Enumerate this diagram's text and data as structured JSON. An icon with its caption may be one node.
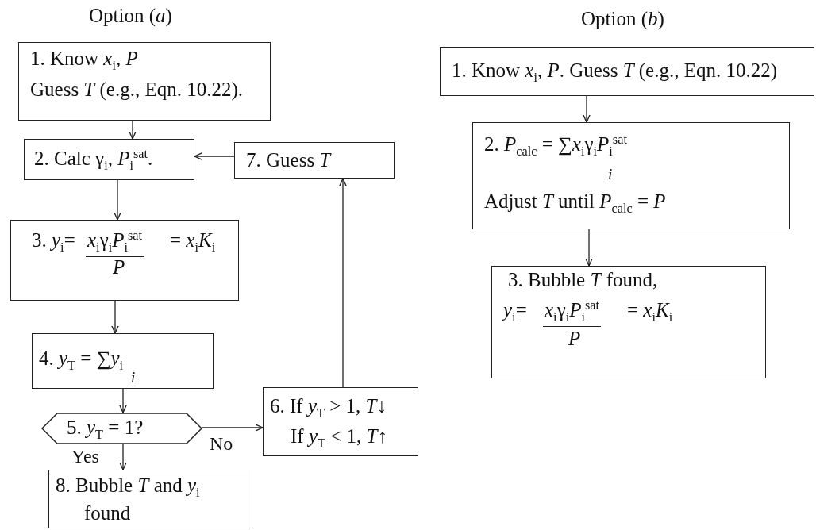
{
  "diagram": {
    "nodes": [
      {
        "text": [
          "1. Know *x*$_{i}$, *P*",
          "Guess *T* (e.g., Eqn. 10.22)."
        ]
      },
      {
        "text": [
          "2. Calc γ$_{i}$, *P*$_{i}$$^{sat}$."
        ]
      },
      {
        "text": [
          "3. *y*$_{i}$=",
          "*x*$_{i}$γ$_{i}$*P*$_{i}$$^{sat}$",
          "*P*",
          "= *x*$_{i}$*K*$_{i}$"
        ]
      },
      {
        "text": [
          "4. *y*$_{T}$ = ∑*y*$_{i}$",
          "*i*"
        ]
      },
      {
        "text": [
          "5. *y*$_{T}$ = 1?"
        ]
      },
      {
        "text": [
          "6. If *y*$_{T}$ > 1, *T*↓",
          "If *y*$_{T}$ < 1, *T*↑"
        ]
      },
      {
        "text": [
          "7. Guess *T*"
        ]
      },
      {
        "text": [
          "8. Bubble *T* and *y*$_{i}$ found"
        ]
      },
      {
        "text": [
          "1. Know *x*$_{i}$, *P*. Guess *T* (e.g., Eqn. 10.22)"
        ]
      },
      {
        "text": [
          "2. *P*$_{calc}$ = ∑*x*$_{i}$γ$_{i}$*P*$_{i}$$^{sat}$",
          "*i*",
          "Adjust *T* until *P*$_{calc}$ = *P*"
        ]
      },
      {
        "text": [
          "3. Bubble *T* found,",
          "*y*$_{i}$=",
          "*x*$_{i}$γ$_{i}$*P*$_{i}$$^{sat}$",
          "*P*",
          "= *x*$_{i}$*K*$_{i}$"
        ]
      }
    ],
    "edges": [
      {
        "from": 0,
        "to": 1,
        "arrow": "to"
      },
      {
        "from": 1,
        "to": 2,
        "arrow": "to"
      },
      {
        "from": 2,
        "to": 3,
        "arrow": "to"
      },
      {
        "from": 3,
        "to": 4,
        "arrow": "to"
      },
      {
        "from": 4,
        "to": 7,
        "arrow": "to",
        "label": "Yes"
      },
      {
        "from": 4,
        "to": 5,
        "arrow": "to",
        "label": "No"
      },
      {
        "from": 5,
        "to": 6,
        "arrow": "to"
      },
      {
        "from": 6,
        "to": 1,
        "arrow": "to"
      },
      {
        "from": 8,
        "to": 9,
        "arrow": "to"
      },
      {
        "from": 9,
        "to": 10,
        "arrow": "to"
      }
    ],
    "labels": [
      "Option (*a*)",
      "Option (*b*)"
    ]
  }
}
